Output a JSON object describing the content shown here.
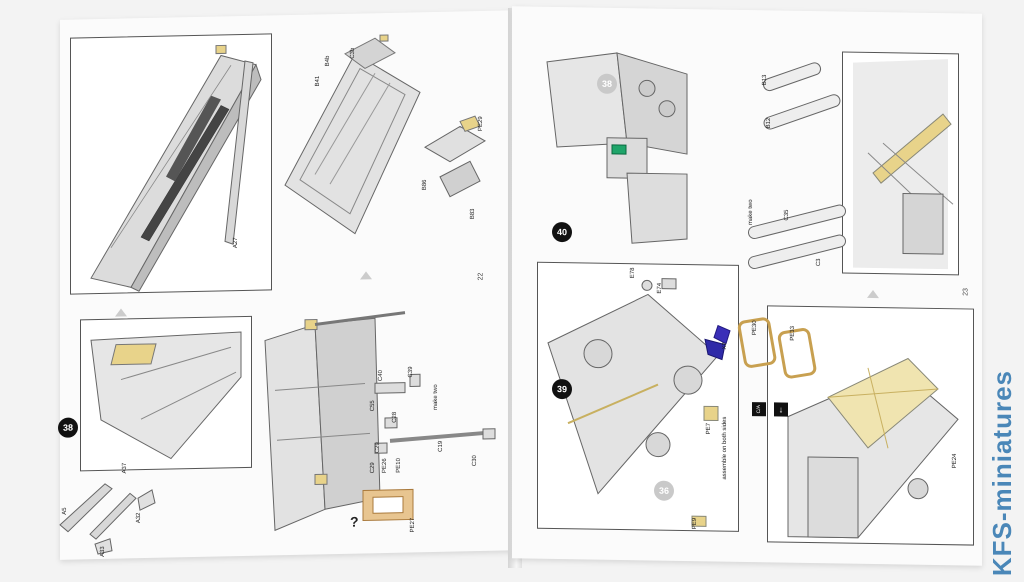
{
  "left_page": {
    "page_number": "22",
    "step_number": "38",
    "labels": [
      "A27",
      "B4b",
      "C3b",
      "B41",
      "PE29",
      "B86",
      "B83",
      "A5",
      "A37",
      "A32",
      "A33",
      "C40",
      "C39",
      "C55",
      "C29",
      "C28",
      "C29",
      "C19",
      "C30",
      "PE10",
      "PE26",
      "PE27"
    ],
    "note": "make two",
    "question_mark": "?"
  },
  "right_page": {
    "page_number": "23",
    "steps": [
      "40",
      "39",
      "36"
    ],
    "faded_step": "38",
    "labels": [
      "B13",
      "B12",
      "C35",
      "C3",
      "E78",
      "E74",
      "X2",
      "PE7",
      "PE30",
      "PE33",
      "PE24",
      "PE9"
    ],
    "notes": [
      "make two",
      "assemble on both sides"
    ],
    "callout": "C/A"
  },
  "watermark": "KFS-miniatures"
}
